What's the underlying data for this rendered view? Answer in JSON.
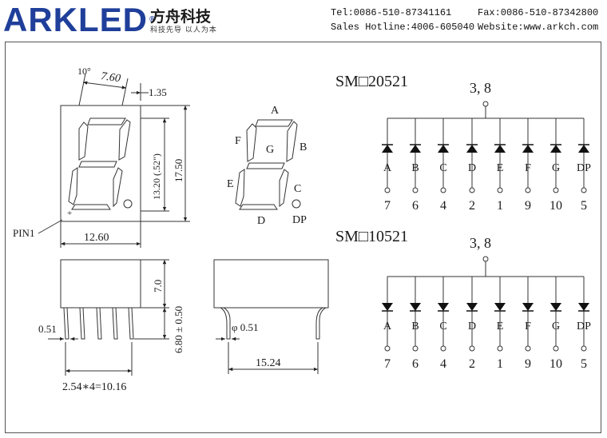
{
  "header": {
    "logo": "ARKLED",
    "logo_reg": "®",
    "brand_cn": "方舟科技",
    "slogan": "科技先导 以人为本",
    "tel": "Tel:0086-510-87341161",
    "fax": "Fax:0086-510-87342800",
    "hotline": "Sales Hotline:4006-605040",
    "website": "Website:www.arkch.com"
  },
  "front_view": {
    "angle": "10°",
    "width_dim": "7.60",
    "dp_offset": "1.35",
    "digit_height": "13.20 (.52\")",
    "height_dim": "17.50",
    "body_width": "12.60",
    "pin1": "PIN1"
  },
  "segment_map": {
    "A": "A",
    "B": "B",
    "C": "C",
    "D": "D",
    "E": "E",
    "F": "F",
    "G": "G",
    "DP": "DP"
  },
  "side_views": {
    "body_height": "7.0",
    "lead_length": "6.80 ± 0.50",
    "pin_width": "0.51",
    "pitch": "2.54∗4=10.16",
    "pin_diameter": "φ 0.51",
    "row_spacing": "15.24"
  },
  "circuits": [
    {
      "part": "SM□20521",
      "common": "3, 8",
      "kind": "anode",
      "segments": [
        "A",
        "B",
        "C",
        "D",
        "E",
        "F",
        "G",
        "DP"
      ],
      "pins": [
        "7",
        "6",
        "4",
        "2",
        "1",
        "9",
        "10",
        "5"
      ]
    },
    {
      "part": "SM□10521",
      "common": "3, 8",
      "kind": "cathode",
      "segments": [
        "A",
        "B",
        "C",
        "D",
        "E",
        "F",
        "G",
        "DP"
      ],
      "pins": [
        "7",
        "6",
        "4",
        "2",
        "1",
        "9",
        "10",
        "5"
      ]
    }
  ]
}
